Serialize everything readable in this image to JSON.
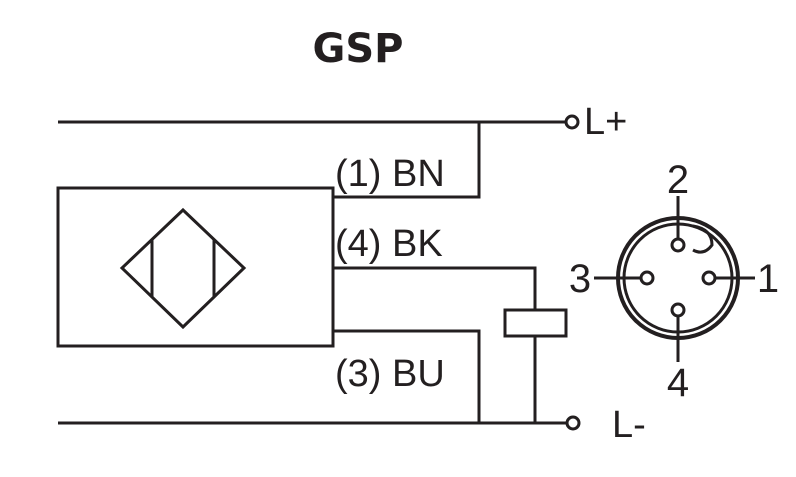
{
  "title": "GSP",
  "terminals": {
    "positive": "L+",
    "negative": "L-"
  },
  "wires": {
    "brown": "(1) BN",
    "black": "(4) BK",
    "blue": "(3) BU"
  },
  "connector": {
    "pin_top": "2",
    "pin_left": "3",
    "pin_right": "1",
    "pin_bottom": "4"
  },
  "colors": {
    "line": "#231f20",
    "background": "#ffffff"
  }
}
